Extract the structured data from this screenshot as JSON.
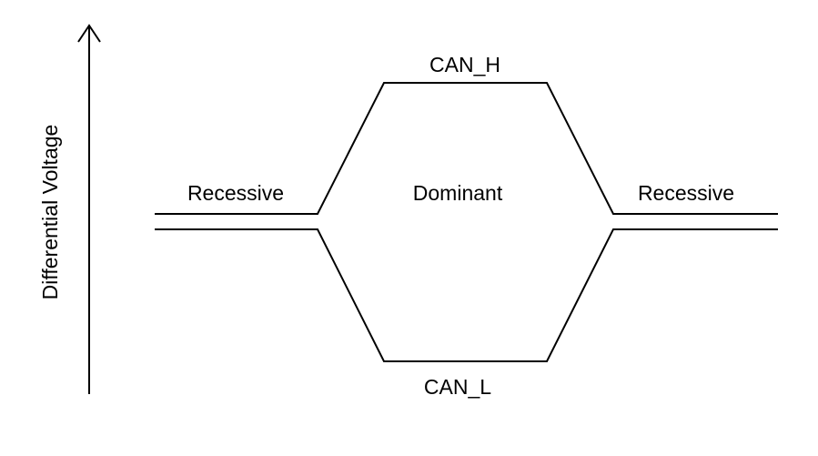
{
  "diagram": {
    "axis_label": "Differential Voltage",
    "can_h_label": "CAN_H",
    "can_l_label": "CAN_L",
    "dominant_label": "Dominant",
    "recessive_left_label": "Recessive",
    "recessive_right_label": "Recessive",
    "line_color": "#000000",
    "background_color": "#ffffff"
  }
}
